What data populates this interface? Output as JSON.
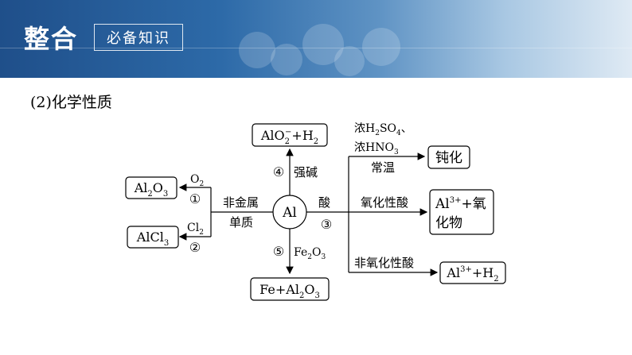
{
  "header": {
    "title": "整合",
    "subtitle": "必备知识"
  },
  "section_heading": "(2)化学性质",
  "diagram": {
    "center": "Al",
    "top_box": {
      "a": "AlO",
      "sub": "2",
      "sup": "−",
      "b": "+H",
      "sub2": "2"
    },
    "top_arrow_num": "④",
    "top_arrow_label": "强碱",
    "left_top_box": {
      "a": "Al",
      "sub1": "2",
      "b": "O",
      "sub2": "3"
    },
    "left_top_reagent": {
      "a": "O",
      "sub": "2"
    },
    "left_top_num": "①",
    "left_bottom_box": {
      "a": "AlCl",
      "sub": "3"
    },
    "left_bottom_reagent": {
      "a": "Cl",
      "sub": "2"
    },
    "left_bottom_num": "②",
    "left_label_1": "非金属",
    "left_label_2": "单质",
    "bottom_box": {
      "a": "Fe+Al",
      "sub1": "2",
      "b": "O",
      "sub2": "3"
    },
    "bottom_arrow_num": "⑤",
    "bottom_reagent": {
      "a": "Fe",
      "sub1": "2",
      "b": "O",
      "sub2": "3"
    },
    "right_label": "酸",
    "right_num": "③",
    "branch1_line1": {
      "a": "浓H",
      "sub1": "2",
      "b": "SO",
      "sub2": "4",
      "c": "、"
    },
    "branch1_line2": {
      "a": "浓HNO",
      "sub": "3"
    },
    "branch1_line3": "常温",
    "branch1_result": "钝化",
    "branch2_label": "氧化性酸",
    "branch2_result_a": "Al",
    "branch2_result_sup": "3+",
    "branch2_result_b": "+氧",
    "branch2_result_line2": "化物",
    "branch3_label": "非氧化性酸",
    "branch3_result": {
      "a": "Al",
      "sup": "3+",
      "b": "+H",
      "sub": "2"
    }
  }
}
